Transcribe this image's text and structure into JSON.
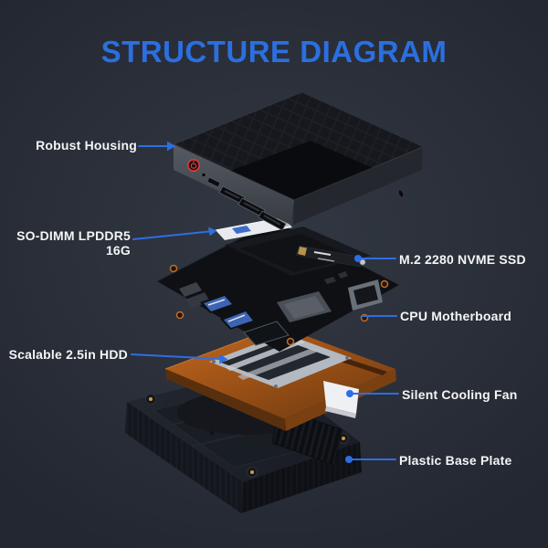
{
  "header": {
    "title": "STRUCTURE DIAGRAM"
  },
  "theme": {
    "accent_blue": "#2b6fe0",
    "leader_line_blue": "#2e6ee2",
    "label_text": "#f4f5f7",
    "background_center": "#313742",
    "background_edge": "#242831",
    "copper_plate": "#a05317",
    "power_button_red": "#cf3b3b"
  },
  "diagram": {
    "kind": "mini-pc-exploded-view",
    "labels": [
      {
        "text": "Robust Housing",
        "side": "left",
        "points_to": "housing"
      },
      {
        "line1": "SO-DIMM LPDDR5",
        "line2": "16G",
        "side": "left",
        "points_to": "memory-module"
      },
      {
        "text": "M.2 2280 NVME SSD",
        "side": "right",
        "points_to": "nvme-ssd"
      },
      {
        "text": "CPU Motherboard",
        "side": "right",
        "points_to": "motherboard"
      },
      {
        "text": "Scalable 2.5in HDD",
        "side": "left",
        "points_to": "hdd"
      },
      {
        "text": "Silent Cooling Fan",
        "side": "right",
        "points_to": "cooling-fan"
      },
      {
        "text": "Plastic Base Plate",
        "side": "right",
        "points_to": "base-plate"
      }
    ]
  }
}
